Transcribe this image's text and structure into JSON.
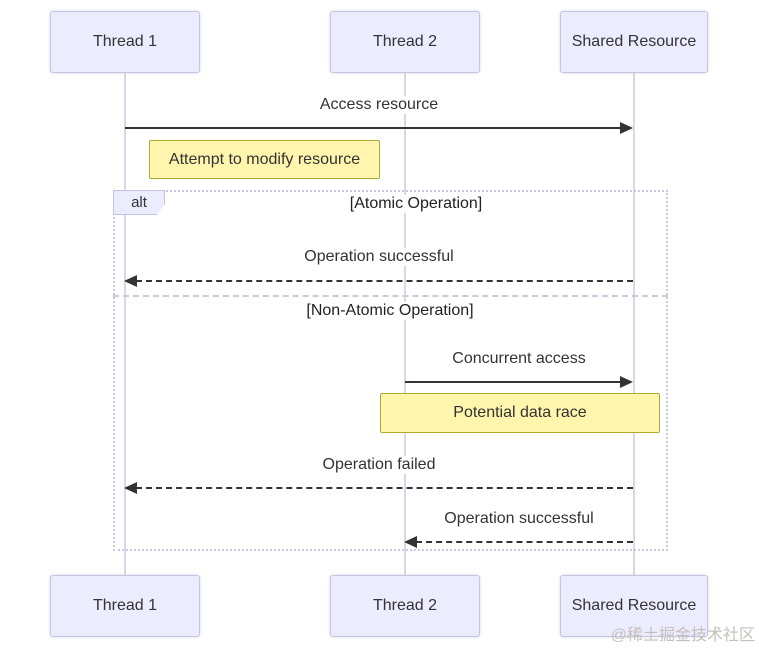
{
  "diagram": {
    "type": "sequence",
    "actors": [
      {
        "label": "Thread 1"
      },
      {
        "label": "Thread 2"
      },
      {
        "label": "Shared Resource"
      }
    ],
    "messages": {
      "access_resource": "Access resource",
      "operation_successful_1": "Operation successful",
      "concurrent_access": "Concurrent access",
      "operation_failed": "Operation failed",
      "operation_successful_2": "Operation successful"
    },
    "notes": {
      "attempt_modify": "Attempt to modify resource",
      "data_race": "Potential data race"
    },
    "alt_block": {
      "label": "alt",
      "condition_1": "[Atomic Operation]",
      "condition_2": "[Non-Atomic Operation]"
    },
    "watermark": "@稀土掘金技术社区",
    "colors": {
      "actor_fill": "#ECECFF",
      "actor_border": "#c4c4e0",
      "note_fill": "#fff5ad",
      "note_border": "#aaaa33",
      "arrow_line": "#333333",
      "lifeline": "#d8d8ea",
      "frame_border": "#c9c9e0",
      "text": "#333333",
      "watermark_text": "#c6c0ba"
    }
  }
}
